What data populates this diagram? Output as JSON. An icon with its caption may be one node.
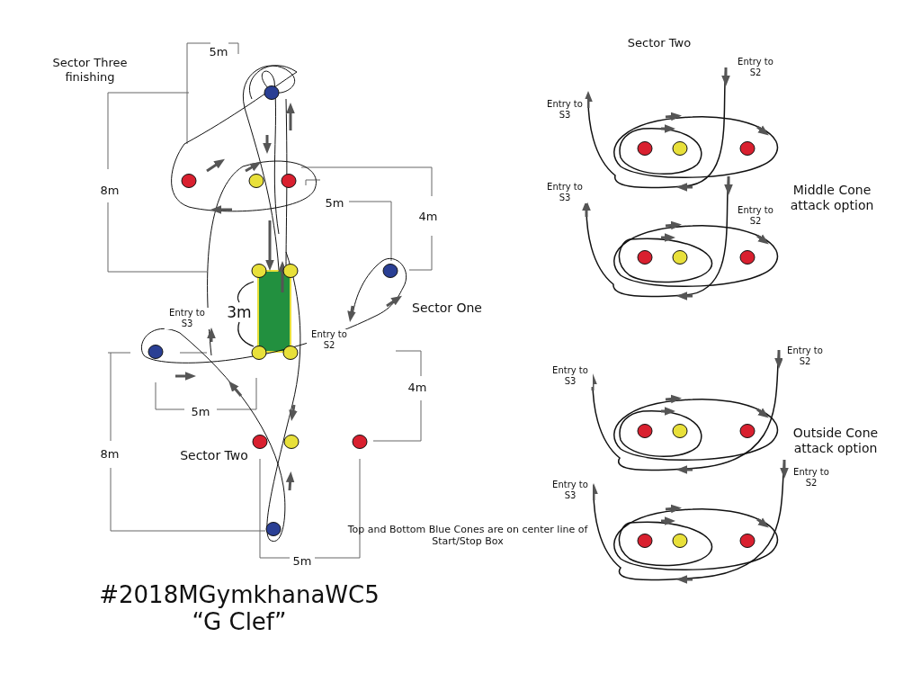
{
  "diagram": {
    "title": "#2018MGymkhanaWC5",
    "caption": "“G Clef”",
    "labels": [
      "5m",
      "Sector Three finishing",
      "Sector Two",
      "Entry to S2",
      "Entry to S3",
      "8m",
      "Entry to S3",
      "Middle Cone attack option",
      "5m",
      "Entry to S2",
      "4m",
      "Sector One",
      "Entry to S3",
      "3m",
      "Entry to S2",
      "Entry to S2",
      "Entry to S3",
      "4m",
      "5m",
      "Outside Cone attack option",
      "8m",
      "Sector Two",
      "Entry to S2",
      "Entry to S3",
      "Top and Bottom Blue Cones are on center line of Start/Stop Box",
      "5m"
    ]
  }
}
